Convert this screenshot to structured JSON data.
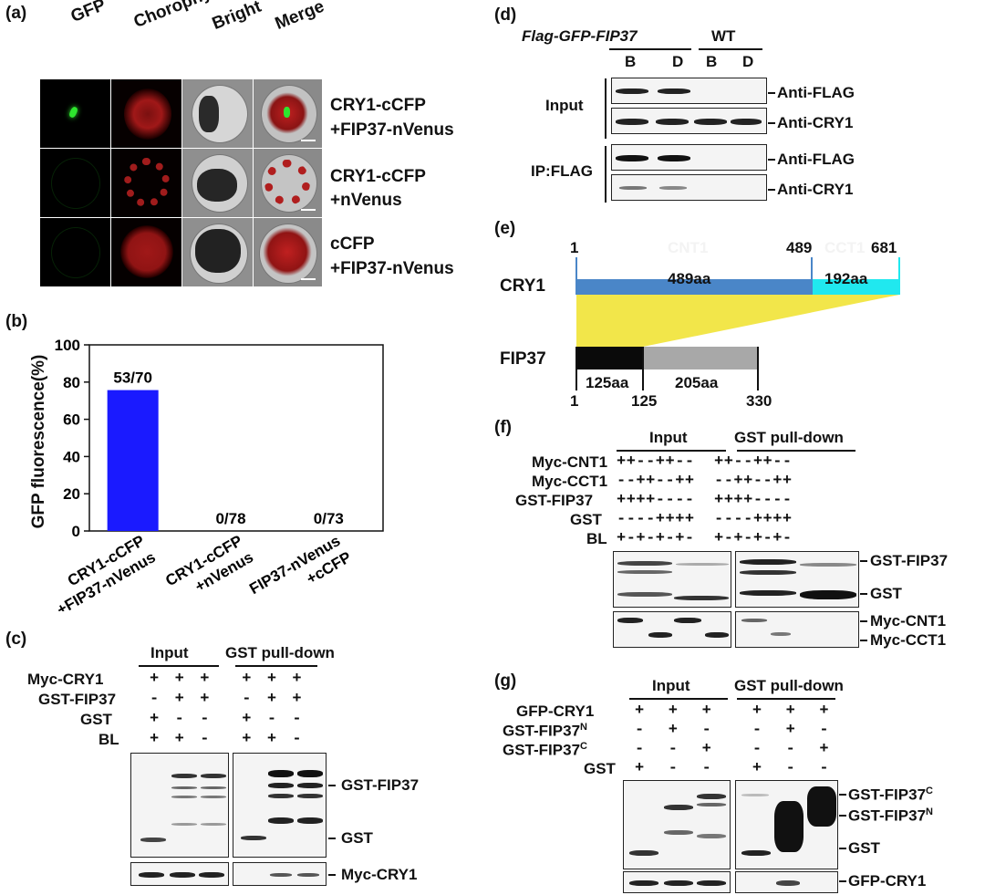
{
  "panel_labels": {
    "a": "(a)",
    "b": "(b)",
    "c": "(c)",
    "d": "(d)",
    "e": "(e)",
    "f": "(f)",
    "g": "(g)"
  },
  "panel_a": {
    "columns": [
      "GFP",
      "Chorophyll",
      "Bright",
      "Merge"
    ],
    "rows": [
      {
        "line1": "CRY1-cCFP",
        "line2": "+FIP37-nVenus"
      },
      {
        "line1": "CRY1-cCFP",
        "line2": "+nVenus"
      },
      {
        "line1": "cCFP",
        "line2": "+FIP37-nVenus"
      }
    ]
  },
  "panel_b": {
    "chart_data": {
      "type": "bar",
      "categories": [
        {
          "line1": "CRY1-cCFP",
          "line2": "+FIP37-nVenus"
        },
        {
          "line1": "CRY1-cCFP",
          "line2": "+nVenus"
        },
        {
          "line1": "FIP37-nVenus",
          "line2": "+cCFP"
        }
      ],
      "values": [
        75.7,
        0,
        0
      ],
      "data_labels": [
        "53/70",
        "0/78",
        "0/73"
      ],
      "ylabel": "GFP fluorescence(%)",
      "ylim": [
        0,
        100
      ],
      "yticks": [
        "0",
        "20",
        "40",
        "60",
        "80",
        "100"
      ],
      "bar_color": "#1a1aff"
    }
  },
  "panel_c": {
    "groups": [
      "Input",
      "GST pull-down"
    ],
    "rows": [
      {
        "label": "Myc-CRY1",
        "signs": "+  +  +    +  +  +"
      },
      {
        "label": "GST-FIP37",
        "signs": "-  +  +    -  +  +"
      },
      {
        "label": "GST",
        "signs": "+  -  -    +  -  -"
      },
      {
        "label": "BL",
        "signs": "+  +  -    +  +  -"
      }
    ],
    "blot_labels": [
      "GST-FIP37",
      "GST",
      "Myc-CRY1"
    ]
  },
  "panel_d": {
    "groups": [
      "Flag-GFP-FIP37",
      "WT"
    ],
    "lanes": [
      "B",
      "D",
      "B",
      "D"
    ],
    "sections": [
      "Input",
      "IP:FLAG"
    ],
    "blot_labels": [
      "Anti-FLAG",
      "Anti-CRY1",
      "Anti-FLAG",
      "Anti-CRY1"
    ]
  },
  "panel_e": {
    "cry1_label": "CRY1",
    "fip37_label": "FIP37",
    "cry1_ticks": [
      "1",
      "489",
      "681"
    ],
    "cry1_segments": [
      "489aa",
      "192aa"
    ],
    "cry1_faint": [
      "CNT1",
      "CCT1"
    ],
    "fip37_segments": [
      "125aa",
      "205aa"
    ],
    "fip37_ticks": [
      "1",
      "125",
      "330"
    ],
    "colors": {
      "cnt": "#4a86c8",
      "cct": "#20e8ef",
      "fip_n": "#0a0a0a",
      "fip_c": "#a8a8a8",
      "link": "#f2e64a"
    }
  },
  "panel_f": {
    "groups": [
      "Input",
      "GST pull-down"
    ],
    "rows": [
      {
        "label": "Myc-CNT1",
        "signs": "++--++--  ++--++--"
      },
      {
        "label": "Myc-CCT1",
        "signs": "--++--++  --++--++"
      },
      {
        "label": "GST-FIP37",
        "signs": "++++----  ++++----"
      },
      {
        "label": "GST",
        "signs": "----++++  ----++++"
      },
      {
        "label": "BL",
        "signs": "+-+-+-+-  +-+-+-+-"
      }
    ],
    "blot_labels": [
      "GST-FIP37",
      "GST",
      "Myc-CNT1",
      "Myc-CCT1"
    ]
  },
  "panel_g": {
    "groups": [
      "Input",
      "GST pull-down"
    ],
    "rows": [
      {
        "label": "GFP-CRY1",
        "signs": "+   +   +     +   +   +"
      },
      {
        "label": "GST-FIP37",
        "sup": "N",
        "signs": "-   +   -     -   +   -"
      },
      {
        "label": "GST-FIP37",
        "sup": "C",
        "signs": "-   -   +     -   -   +"
      },
      {
        "label": "GST",
        "signs": "+   -   -     +   -   -"
      }
    ],
    "blot_labels": [
      {
        "text": "GST-FIP37",
        "sup": "C"
      },
      {
        "text": "GST-FIP37",
        "sup": "N"
      },
      {
        "text": "GST",
        "sup": ""
      },
      {
        "text": "GFP-CRY1",
        "sup": ""
      }
    ]
  }
}
